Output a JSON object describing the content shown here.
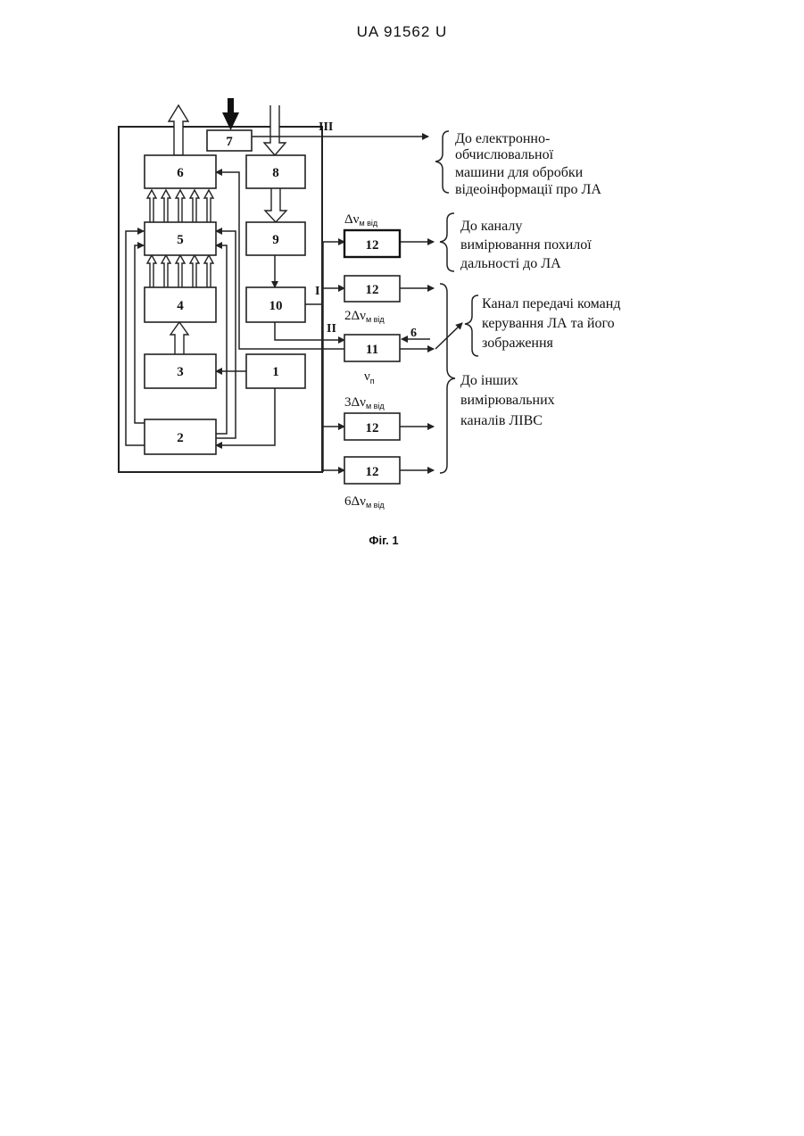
{
  "header": {
    "doc_number": "UA   91562   U"
  },
  "caption": "Фіг. 1",
  "blocks": {
    "b1": "1",
    "b2": "2",
    "b3": "3",
    "b4": "4",
    "b5": "5",
    "b6": "6",
    "b7": "7",
    "b8": "8",
    "b9": "9",
    "b10": "10",
    "b11": "11",
    "b12a": "12",
    "b12b": "12",
    "b12c": "12",
    "b12d": "12"
  },
  "ports": {
    "I": "I",
    "II": "II",
    "III": "III",
    "six": "6"
  },
  "frequencies": {
    "f1": {
      "prefix": "Δν",
      "sub": "м від"
    },
    "f2": {
      "prefix": "2Δν",
      "sub": "м від"
    },
    "fn": {
      "prefix": "ν",
      "sub": "п"
    },
    "f3": {
      "prefix": "3Δν",
      "sub": "м від"
    },
    "f6": {
      "prefix": "6Δν",
      "sub": "м від"
    }
  },
  "annotations": {
    "computer": [
      "До електронно-",
      "обчислювальної",
      "машини для обробки",
      "відеоінформації про ЛА"
    ],
    "range": [
      "До каналу",
      "вимірювання похилої",
      "дальності до ЛА"
    ],
    "command": [
      "Канал передачі команд",
      "керування ЛА та його",
      "зображення"
    ],
    "other": [
      "До інших",
      "вимірювальних",
      "каналів ЛІВС"
    ]
  }
}
